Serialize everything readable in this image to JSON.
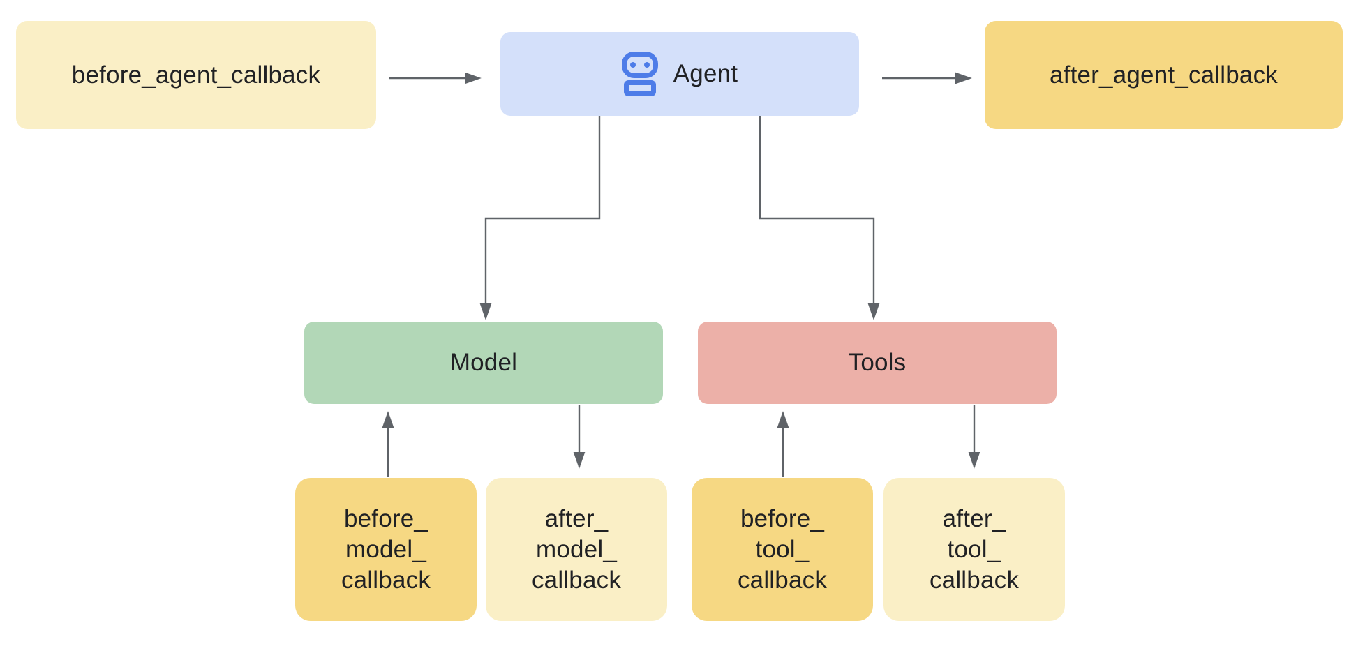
{
  "colors": {
    "background": "#FFFFFF",
    "text": "#202124",
    "arrow": "#5F6368",
    "agent_box": "#D4E0FA",
    "robot_icon": "#4D7CE8",
    "model_box": "#B2D7B7",
    "tools_box": "#ECB0A8",
    "light_yellow_box": "#FAEFC6",
    "dark_yellow_box": "#F6D883"
  },
  "nodes": {
    "before_agent": {
      "label": "before_agent_callback"
    },
    "agent": {
      "label": "Agent",
      "icon": "robot-icon"
    },
    "after_agent": {
      "label": "after_agent_callback"
    },
    "model": {
      "label": "Model"
    },
    "tools": {
      "label": "Tools"
    },
    "before_model": {
      "line1": "before_",
      "line2": "model_",
      "line3": "callback"
    },
    "after_model": {
      "line1": "after_",
      "line2": "model_",
      "line3": "callback"
    },
    "before_tool": {
      "line1": "before_",
      "line2": "tool_",
      "line3": "callback"
    },
    "after_tool": {
      "line1": "after_",
      "line2": "tool_",
      "line3": "callback"
    }
  },
  "edges": [
    {
      "from": "before_agent_callback",
      "to": "Agent"
    },
    {
      "from": "Agent",
      "to": "after_agent_callback"
    },
    {
      "from": "Agent",
      "to": "Model"
    },
    {
      "from": "Agent",
      "to": "Tools"
    },
    {
      "from": "before_model_callback",
      "to": "Model"
    },
    {
      "from": "Model",
      "to": "after_model_callback"
    },
    {
      "from": "before_tool_callback",
      "to": "Tools"
    },
    {
      "from": "Tools",
      "to": "after_tool_callback"
    }
  ]
}
